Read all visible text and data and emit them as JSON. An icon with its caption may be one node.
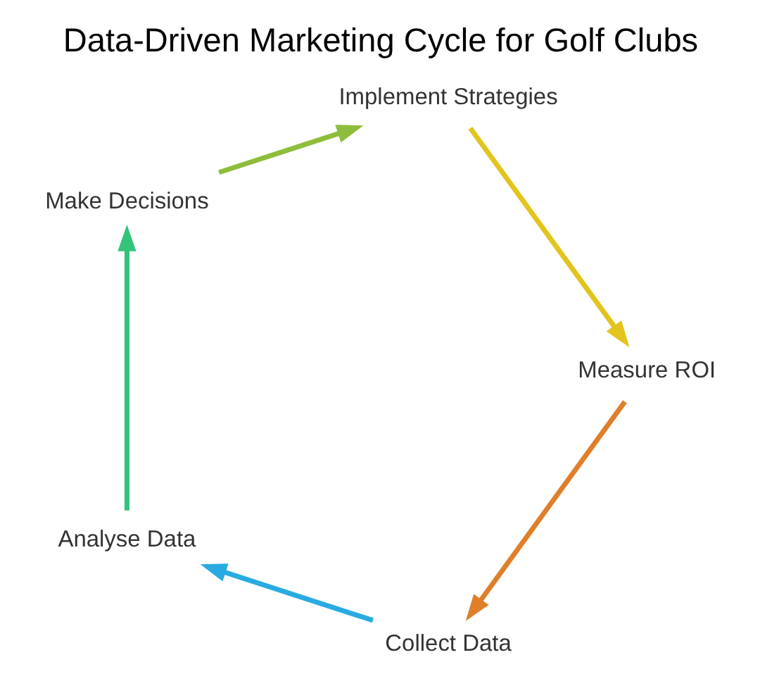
{
  "diagram": {
    "title": "Data-Driven Marketing Cycle for Golf Clubs",
    "nodes": [
      {
        "text": [
          "Collect Data"
        ]
      },
      {
        "text": [
          "Analyse Data"
        ]
      },
      {
        "text": [
          "Make Decisions"
        ]
      },
      {
        "text": [
          "Implement Strategies"
        ]
      },
      {
        "text": [
          "Measure ROI"
        ]
      }
    ],
    "edges": [
      {
        "from": 0,
        "to": 1,
        "arrow": "to",
        "color": "#29abe2"
      },
      {
        "from": 1,
        "to": 2,
        "arrow": "to",
        "color": "#33c47a"
      },
      {
        "from": 2,
        "to": 3,
        "arrow": "to",
        "color": "#8dbd3a"
      },
      {
        "from": 3,
        "to": 4,
        "arrow": "to",
        "color": "#e3c41c"
      },
      {
        "from": 4,
        "to": 0,
        "arrow": "to",
        "color": "#e07f2a"
      }
    ]
  }
}
